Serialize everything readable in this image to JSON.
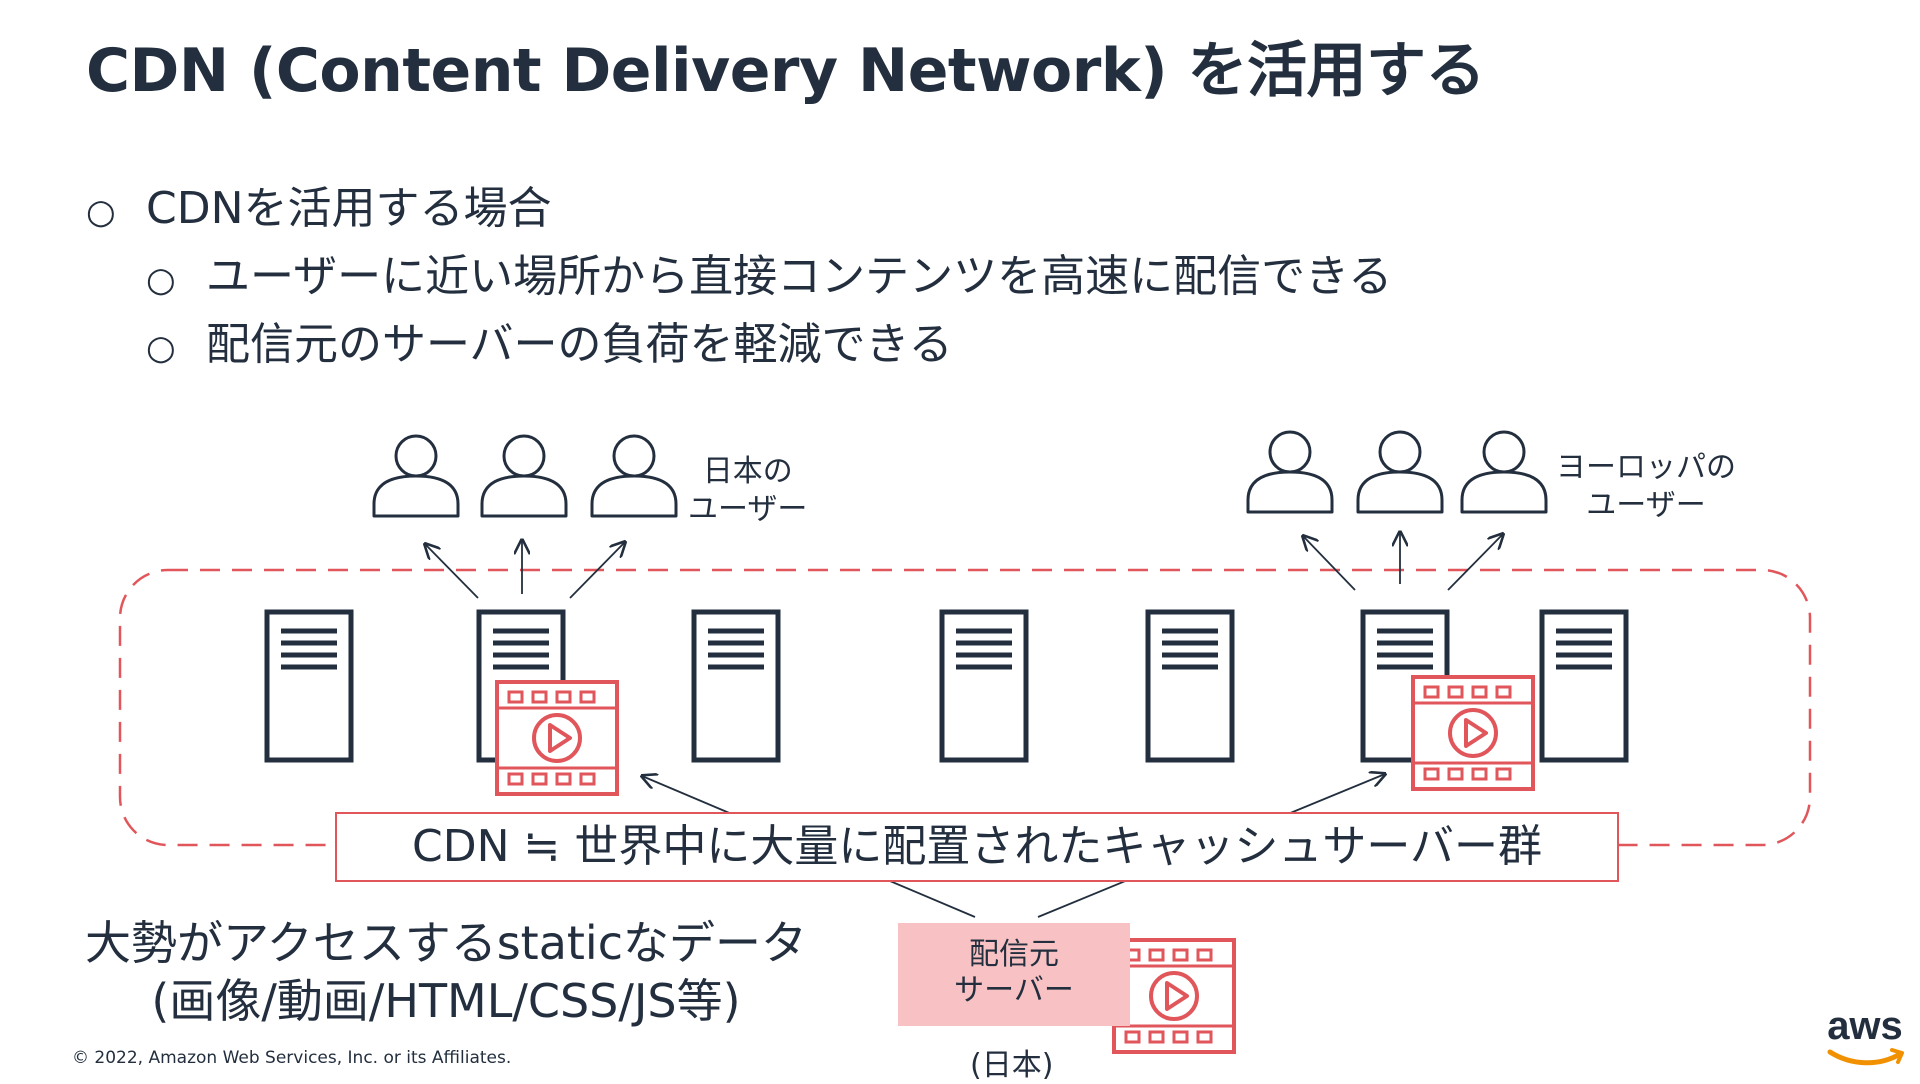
{
  "slide": {
    "title": "CDN (Content Delivery Network) を活用する",
    "bullets": [
      {
        "level": 1,
        "marker": "○",
        "text": "CDNを活用する場合"
      },
      {
        "level": 2,
        "marker": "○",
        "text": "ユーザーに近い場所から直接コンテンツを高速に配信できる"
      },
      {
        "level": 2,
        "marker": "○",
        "text": "配信元のサーバーの負荷を軽減できる"
      }
    ]
  },
  "diagram": {
    "users_japan": {
      "line1": "日本の",
      "line2": "ユーザー"
    },
    "users_europe": {
      "line1": "ヨーロッパの",
      "line2": "ユーザー"
    },
    "cdn_label": "CDN ≒ 世界中に大量に配置されたキャッシュサーバー群",
    "origin": {
      "line1": "配信元",
      "line2": "サーバー",
      "location": "(日本)"
    },
    "static_content": {
      "line1": "大勢がアクセスするstaticなデータ",
      "line2": "(画像/動画/HTML/CSS/JS等)"
    },
    "colors": {
      "accent": "#e0565b",
      "ink": "#232f3e",
      "origin_fill": "#f8c1c3"
    },
    "icons": [
      "user-icon",
      "server-icon",
      "video-film-icon",
      "arrow-icon"
    ]
  },
  "footer": {
    "copyright": "© 2022, Amazon Web Services, Inc. or its Affiliates.",
    "logo_text": "aws"
  }
}
